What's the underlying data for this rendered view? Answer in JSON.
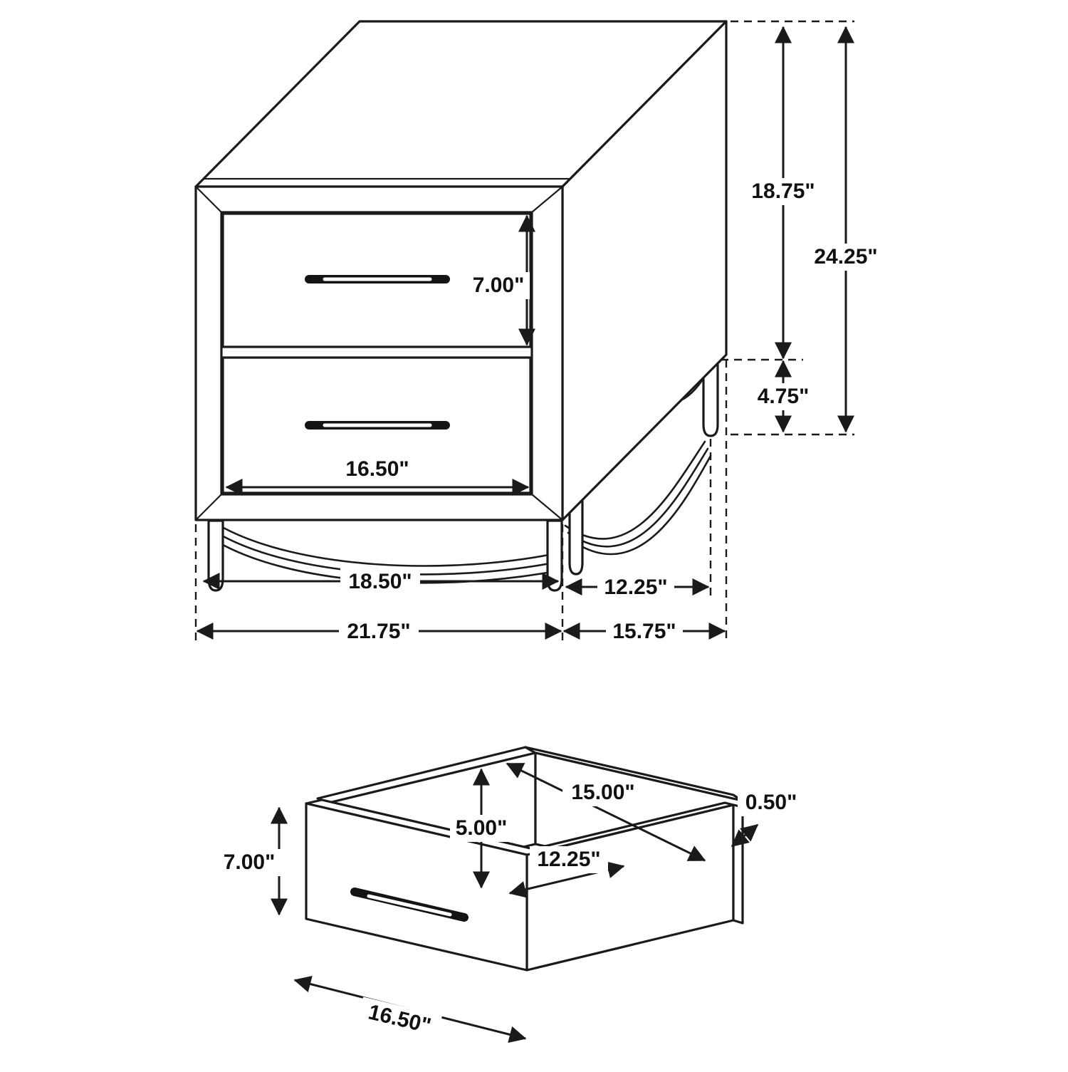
{
  "nightstand": {
    "dims": {
      "body_height": "18.75\"",
      "overall_height": "24.25\"",
      "drawer_front_height": "7.00\"",
      "leg_height": "4.75\"",
      "drawer_width": "16.50\"",
      "inner_width": "18.50\"",
      "inner_depth": "12.25\"",
      "overall_width": "21.75\"",
      "overall_depth": "15.75\""
    }
  },
  "drawer": {
    "dims": {
      "inner_height": "5.00\"",
      "inner_depth": "15.00\"",
      "panel_thickness": "0.50\"",
      "front_height": "7.00\"",
      "inner_width": "12.25\"",
      "front_width": "16.50\""
    }
  }
}
